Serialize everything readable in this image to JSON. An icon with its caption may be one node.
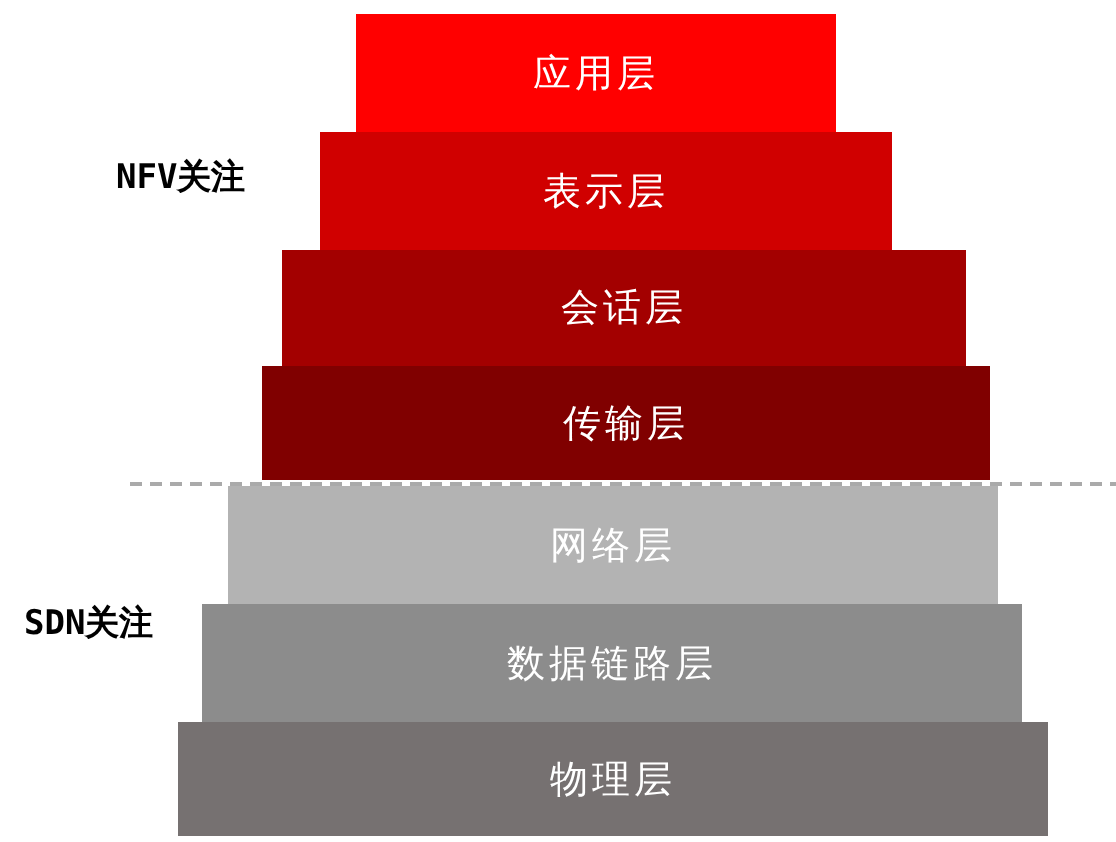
{
  "diagram": {
    "nodes": [
      {
        "text": [
          "应用层"
        ]
      },
      {
        "text": [
          "表示层"
        ]
      },
      {
        "text": [
          "会话层"
        ]
      },
      {
        "text": [
          "传输层"
        ]
      },
      {
        "text": [
          "网络层"
        ]
      },
      {
        "text": [
          "数据链路层"
        ]
      },
      {
        "text": [
          "物理层"
        ]
      }
    ],
    "labels": [
      "NFV关注",
      "SDN关注"
    ]
  }
}
